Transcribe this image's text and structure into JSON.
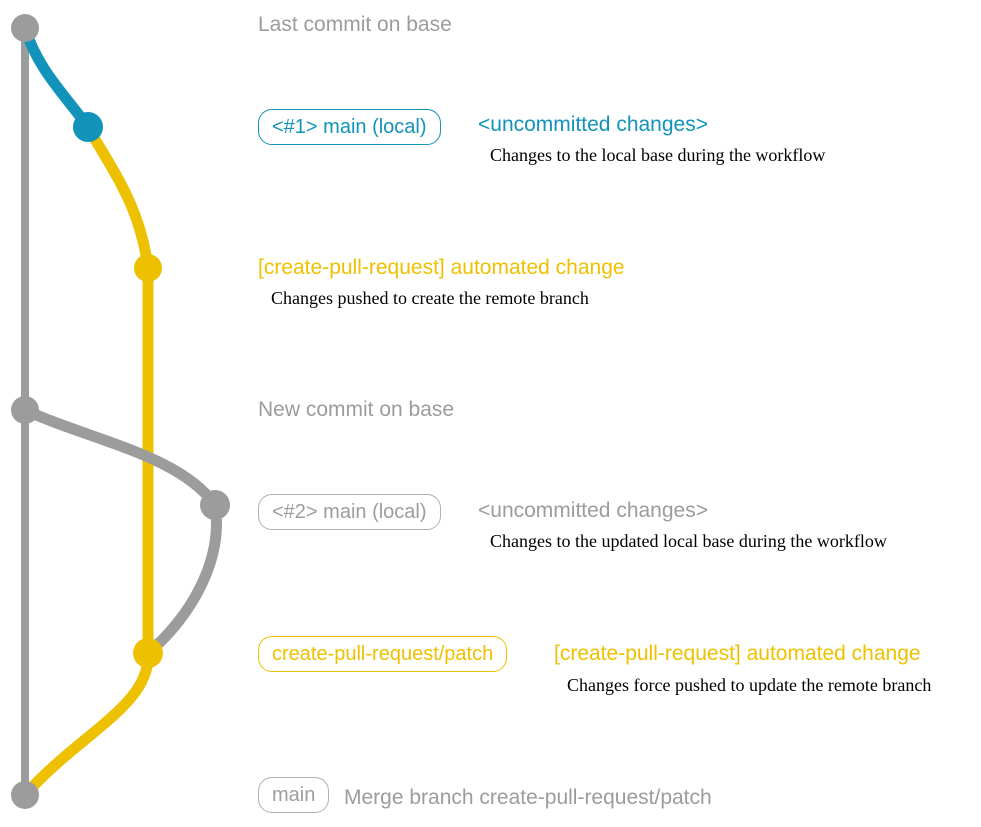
{
  "colors": {
    "gray": "#9c9c9c",
    "teal": "#1193ba",
    "yellow": "#eec100",
    "description_text": "#000000"
  },
  "diagram": {
    "notes": {
      "last_commit": "Last commit on base",
      "new_commit": "New commit on base",
      "merge": "Merge branch create-pull-request/patch"
    },
    "section1": {
      "badge": "<#1> main (local)",
      "heading": "<uncommitted changes>",
      "description": "Changes to the local base during the workflow"
    },
    "section2": {
      "heading": "[create-pull-request] automated change",
      "description": "Changes pushed to create the remote branch"
    },
    "section3": {
      "badge": "<#2> main (local)",
      "heading": "<uncommitted changes>",
      "description": "Changes to the updated local base during the workflow"
    },
    "section4": {
      "badge": "create-pull-request/patch",
      "heading": "[create-pull-request] automated change",
      "description": "Changes force pushed to update the remote branch"
    },
    "section5": {
      "badge": "main"
    }
  }
}
